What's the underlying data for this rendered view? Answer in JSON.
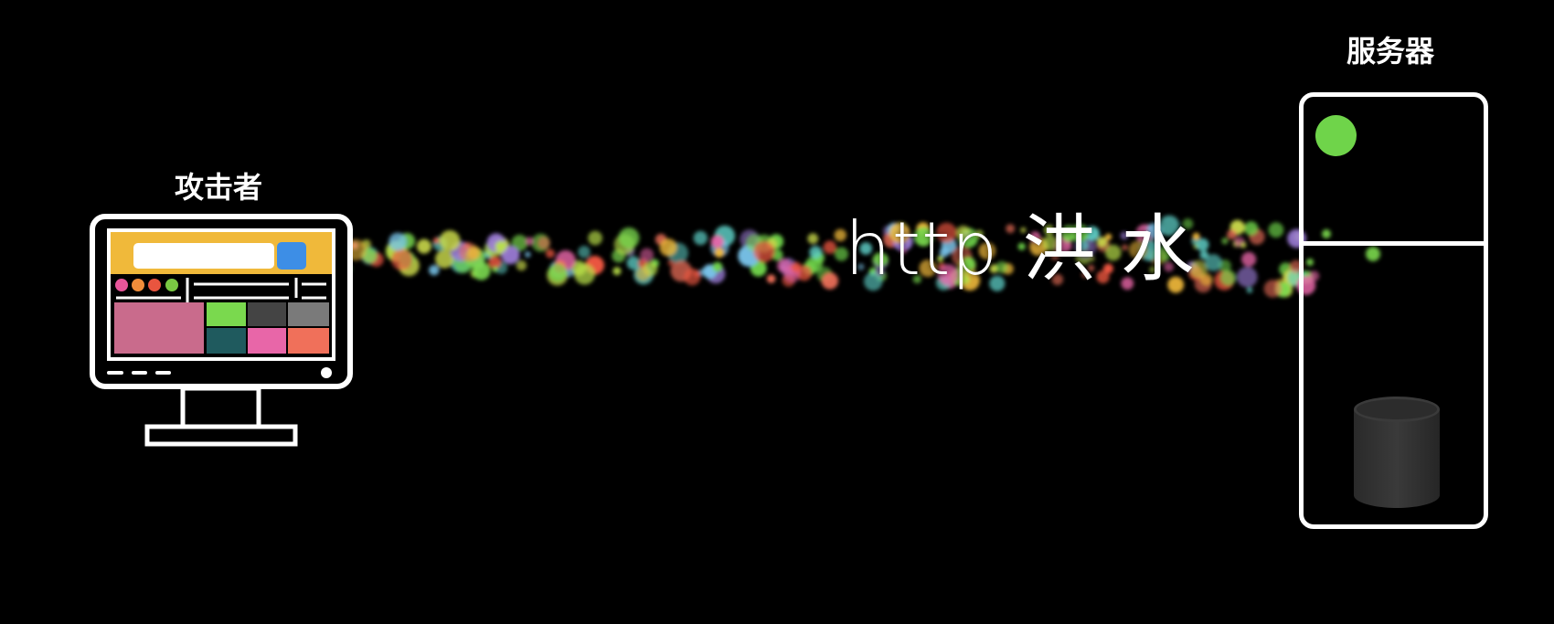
{
  "attacker": {
    "label": "攻击者",
    "screen_colors": {
      "header": "#f0b93a",
      "search_button": "#3d8ee6",
      "dots": [
        "#e8559a",
        "#f08c3a",
        "#e9553f",
        "#7ac943"
      ],
      "tile_large": "#c96b8c",
      "tiles": [
        "#7ad94e",
        "#444444",
        "#7a7a7a",
        "#1f5a5e",
        "#e866a8",
        "#f0705a"
      ]
    }
  },
  "server": {
    "label": "服务器",
    "led_color": "#6fd44a"
  },
  "flood": {
    "title": "http 洪 水"
  }
}
